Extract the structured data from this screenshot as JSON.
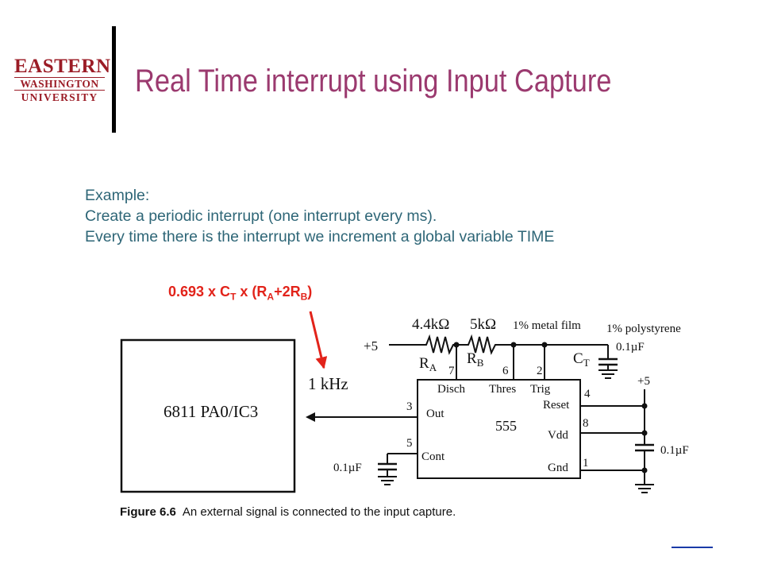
{
  "logo": {
    "line1": "EASTERN",
    "line2": "WASHINGTON",
    "line3": "UNIVERSITY"
  },
  "title": "Real Time interrupt using Input Capture",
  "body": {
    "line1": "Example:",
    "line2": "Create a periodic interrupt (one interrupt every ms).",
    "line3": "Every time there is the interrupt we increment a global variable TIME"
  },
  "formula": {
    "p1": "0.693 x C",
    "s1": "T",
    "p2": " x (R",
    "s2": "A",
    "p3": "+2R",
    "s3": "B",
    "p4": ")"
  },
  "circuit": {
    "supply_left": "+5",
    "supply_right": "+5",
    "ra_value": "4.4kΩ",
    "rb_value": "5kΩ",
    "metal_film": "1% metal film",
    "polystyrene": "1% polystyrene",
    "ct_value": "0.1µF",
    "ra": "R",
    "ra_sub": "A",
    "rb": "R",
    "rb_sub": "B",
    "ct": "C",
    "ct_sub": "T",
    "freq": "1 kHz",
    "mcu": "6811 PA0/IC3",
    "chip": "555",
    "pin7": "7",
    "pin6": "6",
    "pin2": "2",
    "pin3": "3",
    "pin5": "5",
    "pin4": "4",
    "pin8": "8",
    "pin1": "1",
    "disch": "Disch",
    "thres": "Thres",
    "trig": "Trig",
    "out": "Out",
    "cont": "Cont",
    "reset": "Reset",
    "vdd": "Vdd",
    "gnd": "Gnd",
    "cont_cap": "0.1µF",
    "bypass_cap": "0.1µF"
  },
  "figure": {
    "label": "Figure 6.6",
    "caption": "An external signal is connected to the input capture."
  }
}
